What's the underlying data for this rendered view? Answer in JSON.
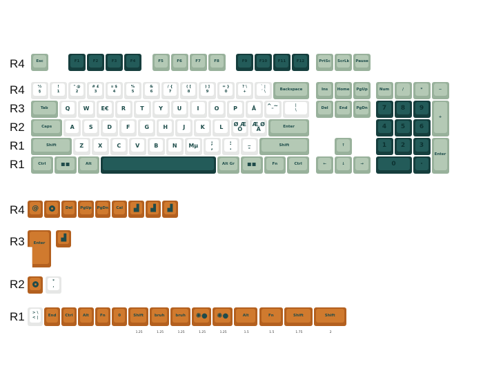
{
  "main": {
    "row_labels": [
      "R4",
      "R4",
      "R3",
      "R2",
      "R1",
      "R1"
    ],
    "fn_row": [
      "Esc",
      "F1",
      "F2",
      "F3",
      "F4",
      "F5",
      "F6",
      "F7",
      "F8",
      "F9",
      "F10",
      "F11",
      "F12",
      "PrtSc",
      "ScrLk",
      "Pause"
    ],
    "number_row": [
      "½\n§",
      "!\n1",
      "\" @\n2",
      "# £\n3",
      "¤ $\n4",
      "%\n5",
      "&\n6",
      "/ {\n7",
      "( [\n8",
      ") ]\n9",
      "= }\n0",
      "? \\\n+",
      "` |\n´ \\",
      "Backspace",
      "Ins",
      "Home",
      "PgUp",
      "Num",
      "/",
      "*",
      "−"
    ],
    "tab_row": [
      "Tab",
      "Q",
      "W",
      "E€",
      "R",
      "T",
      "Y",
      "U",
      "I",
      "O",
      "P",
      "Å",
      "^ ~\n¨",
      "|\n\\",
      "Del",
      "End",
      "PgDn",
      "7",
      "8",
      "9",
      "+"
    ],
    "caps_row": [
      "Caps",
      "A",
      "S",
      "D",
      "F",
      "G",
      "H",
      "J",
      "K",
      "L",
      "Ø Æ\nÖ",
      "Æ Ø\nÄ",
      "Enter",
      "4",
      "5",
      "6"
    ],
    "shift_row": [
      "Shift",
      "Z",
      "X",
      "C",
      "V",
      "B",
      "N",
      "Mµ",
      ";\n,",
      ":\n.",
      "_\n-",
      "Shift",
      "↑",
      "1",
      "2",
      "3",
      "Enter"
    ],
    "bottom_row": [
      "Ctrl",
      "win-icon",
      "Alt",
      "",
      "Alt Gr",
      "win-icon",
      "Fn",
      "Ctrl",
      "←",
      "↓",
      "→",
      "0",
      "•"
    ]
  },
  "novelties": {
    "row_labels": [
      "R4",
      "R3",
      "R2",
      "R1"
    ],
    "r4": [
      "swirl-bird-icon",
      "ball-icon",
      "Del",
      "PgUp",
      "PgDn",
      "Cal",
      "dino-icon",
      "dino-icon",
      "dino-icon"
    ],
    "r3": [
      "Enter",
      "dino-icon"
    ],
    "r2": [
      "ball-icon",
      "*\n,"
    ],
    "r1": [
      "> \\\n< |",
      "End",
      "Ctrl",
      "Alt",
      "Fn",
      "0",
      "Shift",
      "bruh",
      "bruh",
      "splat-icon",
      "splat-icon",
      "Alt",
      "Fn",
      "Shift",
      "Shift"
    ],
    "size_labels": [
      "1.25",
      "1.25",
      "1.25",
      "1.25",
      "1.25",
      "1.5",
      "1.5",
      "1.75",
      "2"
    ]
  },
  "colors": {
    "sage": "#b4c9b5",
    "teal": "#235b59",
    "white": "#ffffff",
    "orange": "#d07a2e"
  }
}
